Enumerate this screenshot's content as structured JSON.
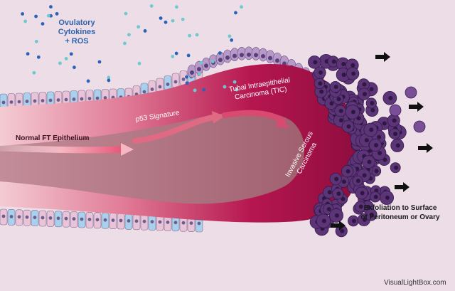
{
  "labels": {
    "cytokines": [
      "Ovulatory",
      "Cytokines",
      "+ ROS"
    ],
    "normal": "Normal FT Epithelium",
    "p53": "p53 Signature",
    "tic": [
      "Tubal Intraepithelial",
      "Carcinoma (TIC)"
    ],
    "invasive": [
      "Invasive Serous",
      "Carcinoma"
    ],
    "exfoliation": [
      "Exfoliation to Surface",
      "of Peritoneum or Ovary"
    ],
    "credit": "VisualLightBox.com"
  },
  "colors": {
    "background": "#ecdde6",
    "tube_light": "#f2c6cf",
    "tube_dark": "#a5124a",
    "lumen": "#a46a78",
    "tumor_cell": "#5c3477",
    "normal_cell_blue": "#a9d1ee",
    "normal_cell_pink": "#e9c4d9",
    "cytokine_blue": "#2a62b8",
    "cytokine_teal": "#6ec9cf",
    "arrow": "#111111"
  }
}
